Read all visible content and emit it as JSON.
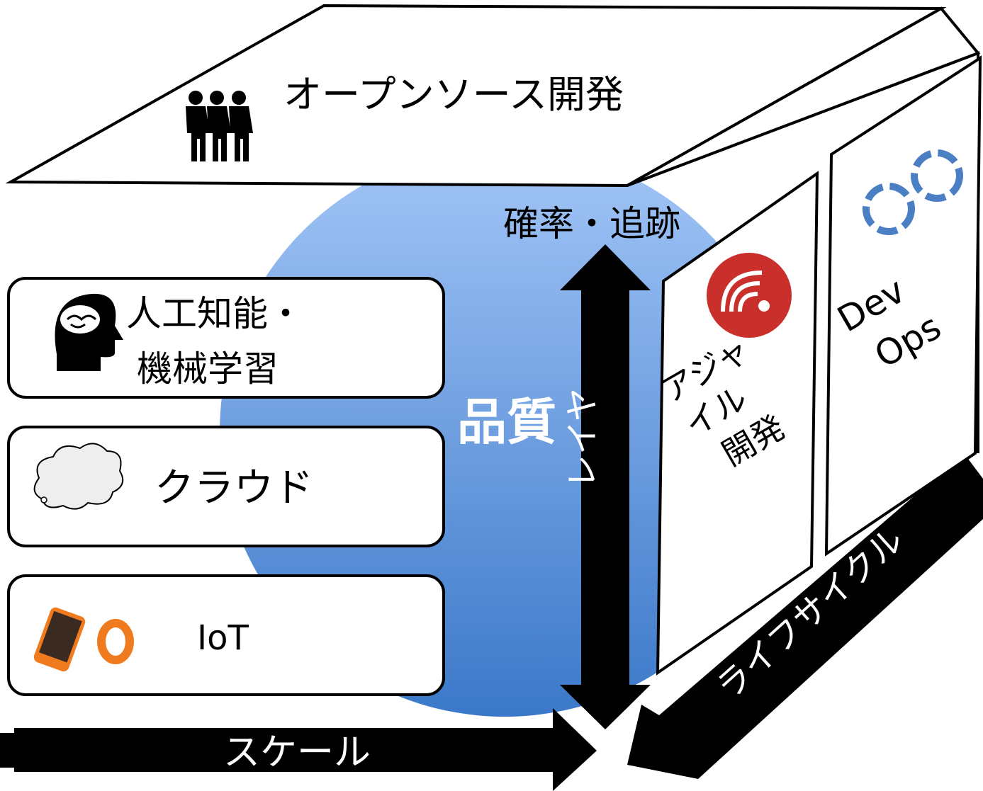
{
  "top_plane": {
    "label": "オープンソース開発",
    "icon": "people-group-icon"
  },
  "center": {
    "label": "品質"
  },
  "tracking": {
    "label": "確率・追跡"
  },
  "layers": [
    {
      "label_lines": [
        "人工知能・",
        "機械学習"
      ],
      "icon": "brain-head-icon"
    },
    {
      "label": "クラウド",
      "icon": "cloud-icon"
    },
    {
      "label": "IoT",
      "icon": "smartphone-smartwatch-icon"
    }
  ],
  "axes": {
    "scale": "スケール",
    "layer": "レイヤ",
    "lifecycle": "ライフサイクル"
  },
  "panels": {
    "agile": {
      "label_lines": [
        "アジャ",
        "イル",
        "開発"
      ],
      "icon": "agile-swirl-icon"
    },
    "devops": {
      "label_lines": [
        "Dev",
        "Ops"
      ],
      "icon": "devops-cycle-icon"
    }
  },
  "colors": {
    "sphere_top": "#9ec2f7",
    "sphere_bottom": "#3a77c9",
    "agile_red": "#c9302c",
    "devops_blue": "#4a7fc4",
    "phone_orange": "#f07a1e"
  }
}
